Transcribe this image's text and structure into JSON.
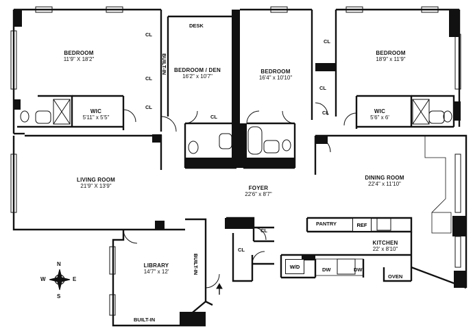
{
  "rooms": {
    "bedroom_left": {
      "name": "BEDROOM",
      "dims": "11'9\" X 18'2\""
    },
    "bedroom_den": {
      "name": "BEDROOM / DEN",
      "dims": "16'2\" x 10'7\""
    },
    "bedroom_mid": {
      "name": "BEDROOM",
      "dims": "16'4\" x 10'10\""
    },
    "bedroom_right": {
      "name": "BEDROOM",
      "dims": "18'9\" x 11'9\""
    },
    "wic_left": {
      "name": "WIC",
      "dims": "5'11\" x 5'5\""
    },
    "wic_right": {
      "name": "WIC",
      "dims": "5'6\" x 6'"
    },
    "living": {
      "name": "LIVING ROOM",
      "dims": "21'9\" X 13'9\""
    },
    "foyer": {
      "name": "FOYER",
      "dims": "22'6\" x 8'7\""
    },
    "dining": {
      "name": "DINING ROOM",
      "dims": "22'4\" x 11'10\""
    },
    "kitchen": {
      "name": "KITCHEN",
      "dims": "22' x 8'10\""
    },
    "library": {
      "name": "LIBRARY",
      "dims": "14'7\" x 12'"
    }
  },
  "fixtures": {
    "desk": "DESK",
    "closet": "CL",
    "built_in": "BUILT-IN",
    "pantry": "PANTRY",
    "ref": "REF",
    "wd": "W/D",
    "dw": "DW",
    "oven": "OVEN"
  },
  "compass": {
    "n": "N",
    "s": "S",
    "e": "E",
    "w": "W"
  }
}
